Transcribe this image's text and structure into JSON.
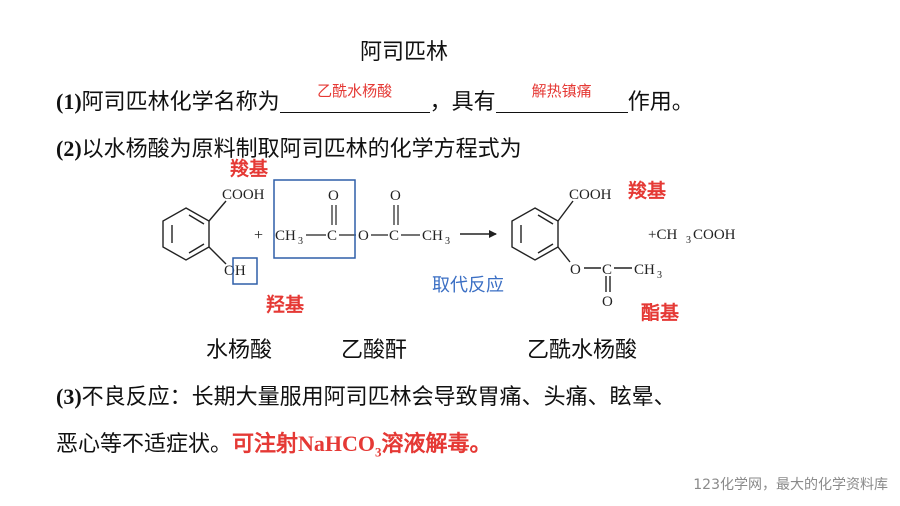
{
  "title": "阿司匹林",
  "q1": {
    "num": "(1)",
    "prefix": "阿司匹林化学名称为",
    "answer1": "乙酰水杨酸",
    "middle": "，具有",
    "answer2": "解热镇痛",
    "suffix": "作用。"
  },
  "q2": {
    "num": "(2)",
    "text": "以水杨酸为原料制取阿司匹林的化学方程式为"
  },
  "annotations": {
    "carboxyl_left": "羧基",
    "hydroxyl": "羟基",
    "reaction_type": "取代反应",
    "carboxyl_right": "羧基",
    "ester": "酯基"
  },
  "equation": {
    "cooh": "COOH",
    "oh": "OH",
    "plus": "+",
    "ch3": "CH",
    "three": "3",
    "c": "C",
    "o": "O",
    "product2_prefix": "+CH",
    "product2_suffix": "COOH"
  },
  "names": {
    "reactant1": "水杨酸",
    "reactant2": "乙酸酐",
    "product": "乙酰水杨酸"
  },
  "q3": {
    "num": "(3)",
    "text1": "不良反应：长期大量服用阿司匹林会导致胃痛、头痛、眩晕、",
    "text2": "恶心等不适症状。",
    "antidote_prefix": "可注射",
    "formula_main": "NaHCO",
    "formula_sub": "3",
    "antidote_suffix": "溶液解毒。"
  },
  "footer": "123化学网，最大的化学资料库",
  "colors": {
    "red": "#e53935",
    "blue": "#3b6fc4",
    "box": "#2f5fa8"
  }
}
